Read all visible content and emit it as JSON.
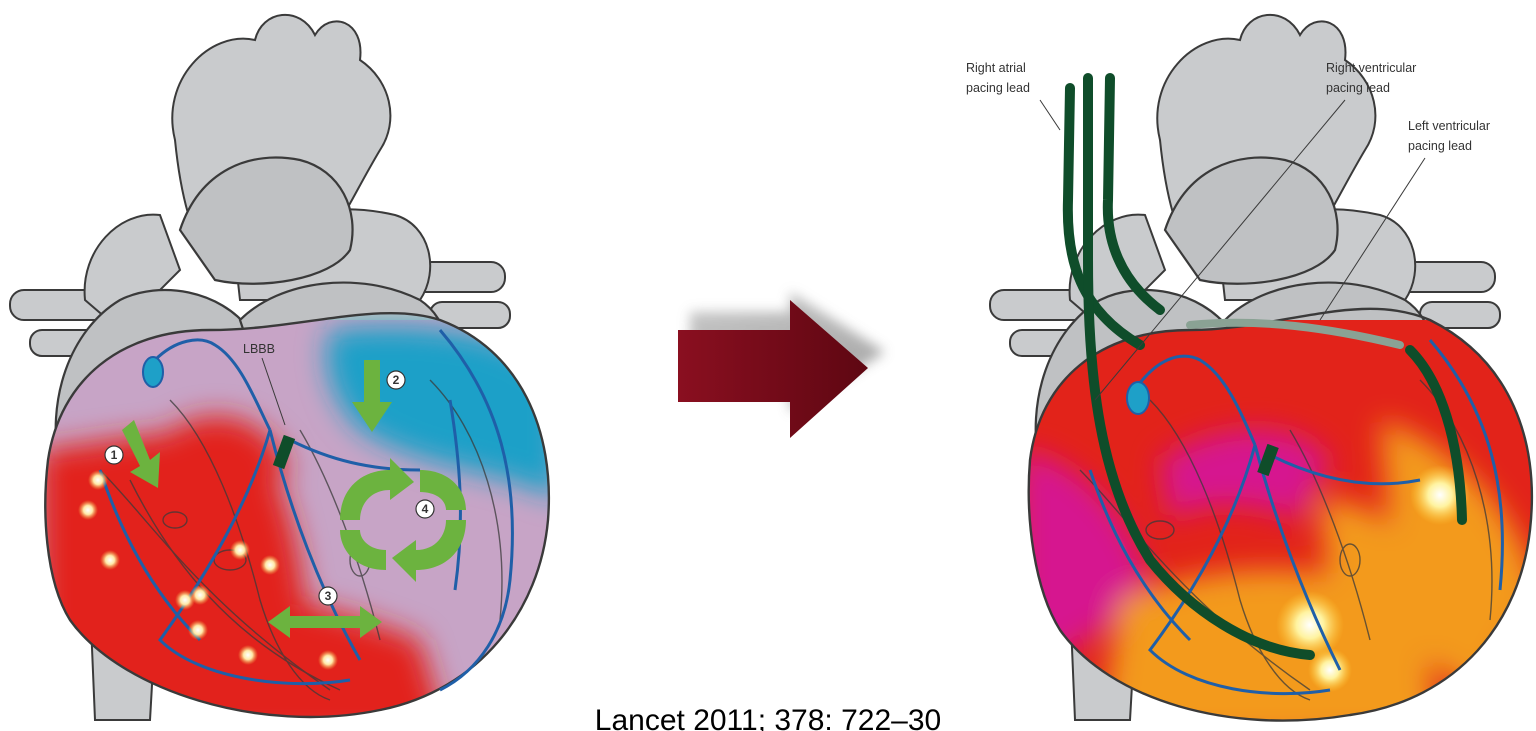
{
  "left_panel": {
    "label_lbbb": "LBBB",
    "markers": [
      "1",
      "2",
      "3",
      "4"
    ]
  },
  "right_panel": {
    "labels": {
      "right_atrial": [
        "Right atrial",
        "pacing lead"
      ],
      "right_ventricular": [
        "Right ventricular",
        "pacing lead"
      ],
      "left_ventricular": [
        "Left ventricular",
        "pacing lead"
      ]
    }
  },
  "caption": "Lancet 2011; 378: 722–30",
  "colors": {
    "tissue_gray": "#c9cbcd",
    "outline": "#3a3a3a",
    "activated_red": "#e2231a",
    "late_blue": "#1ea0c8",
    "mauve": "#c7a4c6",
    "magenta": "#d6198f",
    "orange": "#f39a1c",
    "yellow": "#ffe25a",
    "conduction_blue": "#1f5fa8",
    "arrow_green": "#6cb33f",
    "lead_green": "#0f4d2a",
    "big_arrow": "#7a0a18"
  }
}
